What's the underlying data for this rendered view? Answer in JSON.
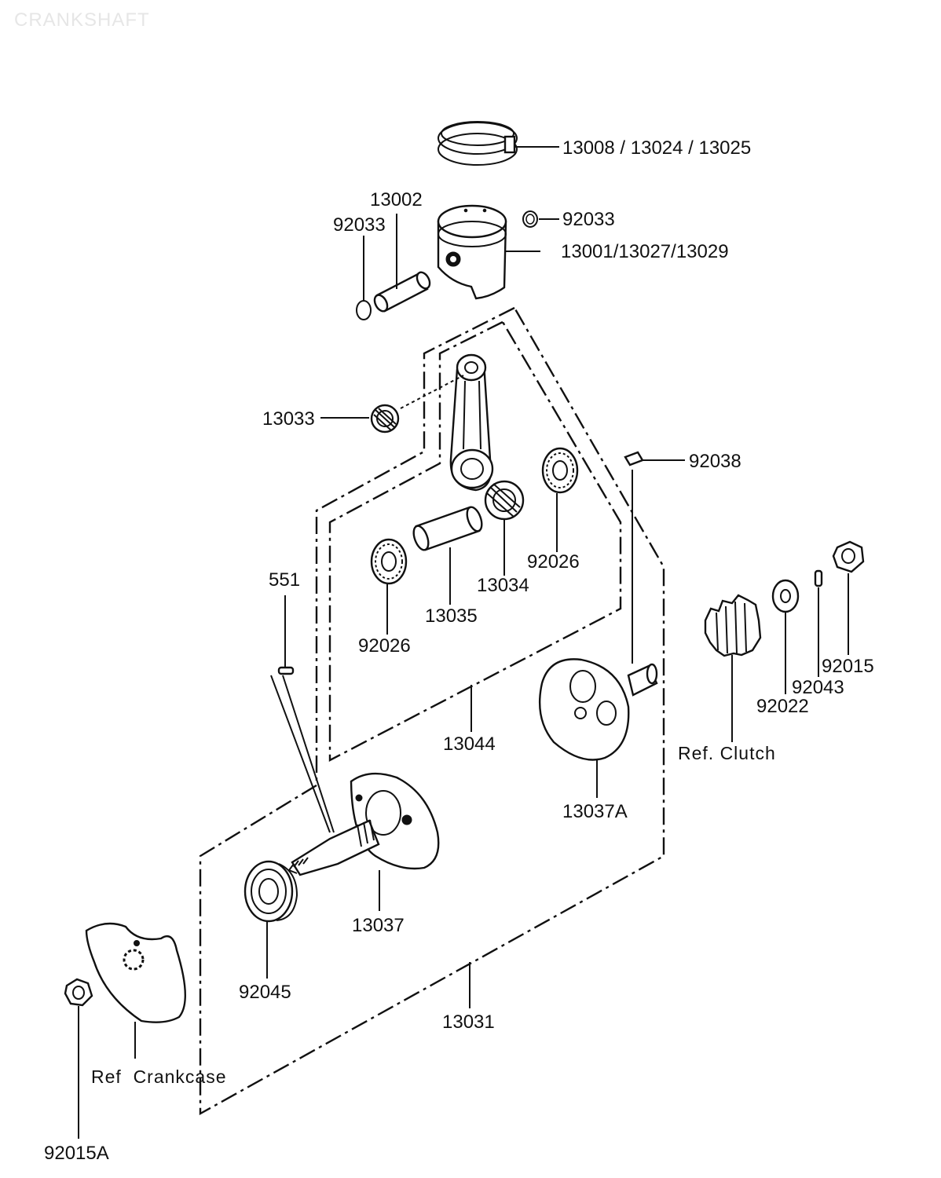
{
  "page": {
    "title": "CRANKSHAFT"
  },
  "labels": {
    "rings": "13008 / 13024 / 13025",
    "piston_pin": "13002",
    "circlip_left": "92033",
    "circlip_right": "92033",
    "piston": "13001/13027/13029",
    "small_end_bearing": "13033",
    "key": "92038",
    "big_end_bearing": "13034",
    "washer_right": "92026",
    "crank_pin": "13035",
    "washer_left": "92026",
    "pin_551": "551",
    "conrod_assy": "13044",
    "nut_92015": "92015",
    "pin_92043": "92043",
    "washer_92022": "92022",
    "ref_clutch": "Ref. Clutch",
    "flywheel_right": "13037A",
    "flywheel_left": "13037",
    "main_bearing": "92045",
    "crankshaft_assy": "13031",
    "ref_crankcase": "Ref  Crankcase",
    "nut_92015a": "92015A"
  },
  "colors": {
    "line": "#111111",
    "background": "#ffffff",
    "title": "#e6e6e6"
  }
}
